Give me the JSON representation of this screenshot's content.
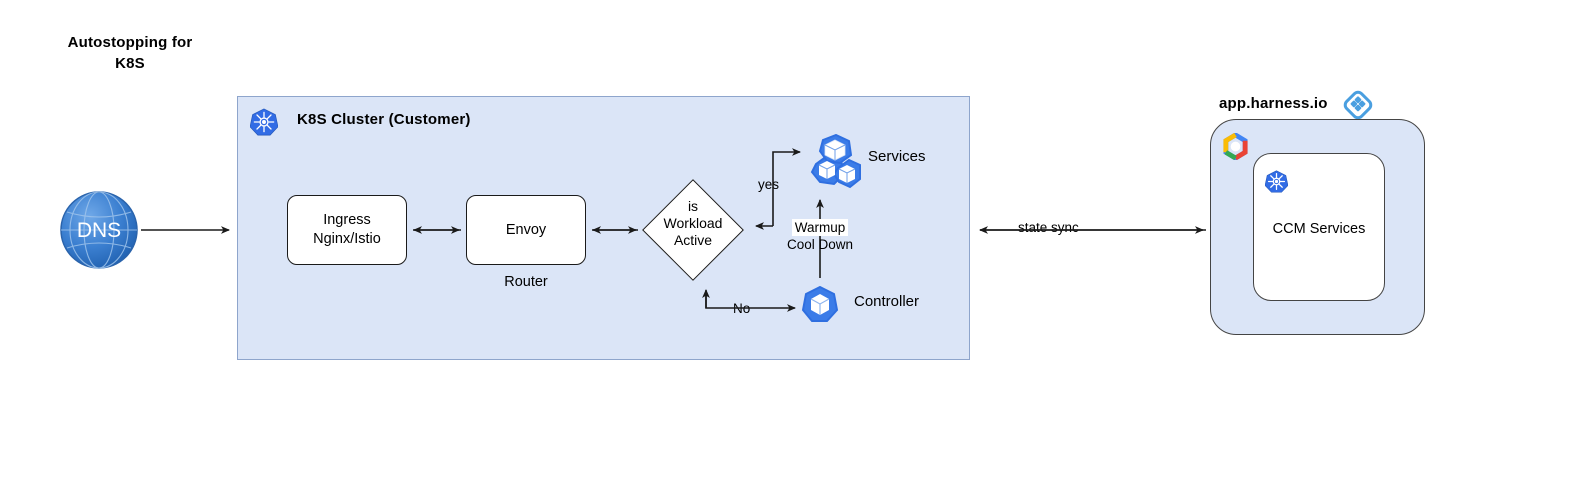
{
  "title": {
    "line1": "Autostopping for",
    "line2": "K8S"
  },
  "cluster": {
    "title": "K8S Cluster (Customer)",
    "icon": "kubernetes-icon",
    "nodes": {
      "dns": {
        "label": "DNS",
        "icon": "globe-icon"
      },
      "ingress": {
        "line1": "Ingress",
        "line2": "Nginx/Istio"
      },
      "envoy": {
        "label": "Envoy"
      },
      "router_caption": "Router",
      "decision": {
        "line1": "is",
        "line2": "Workload",
        "line3": "Active"
      },
      "services": {
        "label": "Services",
        "icon": "services-cubes-icon"
      },
      "controller": {
        "label": "Controller",
        "icon": "controller-cube-icon"
      }
    },
    "edges": {
      "yes": "yes",
      "no": "No",
      "warmup_line1": "Warmup",
      "warmup_line2": "Cool Down"
    }
  },
  "state_sync_label": "state sync",
  "harness": {
    "title": "app.harness.io",
    "logo": "harness-diamond-icon",
    "cloud_icon": "gcp-icon",
    "service_box": {
      "label": "CCM Services",
      "icon": "kubernetes-icon"
    }
  },
  "colors": {
    "panel_fill": "#dbe5f7",
    "panel_border": "#8ea5cc",
    "k8s_blue": "#326ce5",
    "harness_blue": "#4a9fe0",
    "dns_blue": "#2f72c4",
    "line": "#1a1a1a"
  }
}
